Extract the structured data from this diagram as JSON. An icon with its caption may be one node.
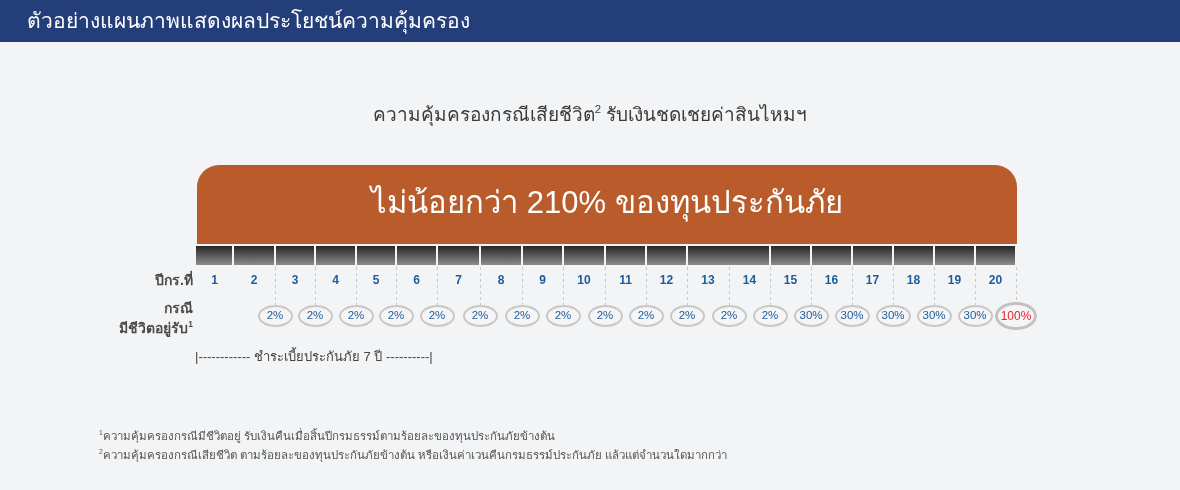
{
  "diagram": {
    "title": "ตัวอย่างแผนภาพแสดงผลประโยชน์ความคุ้มครอง",
    "nodes": [
      {
        "text": [
          "ไม่น้อยกว่า 210% ของทุนประกันภัย"
        ]
      },
      {
        "text": [
          "2%"
        ]
      },
      {
        "text": [
          "2%"
        ]
      },
      {
        "text": [
          "2%"
        ]
      },
      {
        "text": [
          "2%"
        ]
      },
      {
        "text": [
          "2%"
        ]
      },
      {
        "text": [
          "2%"
        ]
      },
      {
        "text": [
          "2%"
        ]
      },
      {
        "text": [
          "2%"
        ]
      },
      {
        "text": [
          "2%"
        ]
      },
      {
        "text": [
          "2%"
        ]
      },
      {
        "text": [
          "2%"
        ]
      },
      {
        "text": [
          "2%"
        ]
      },
      {
        "text": [
          "2%"
        ]
      },
      {
        "text": [
          "30%"
        ]
      },
      {
        "text": [
          "30%"
        ]
      },
      {
        "text": [
          "30%"
        ]
      },
      {
        "text": [
          "30%"
        ]
      },
      {
        "text": [
          "30%"
        ]
      },
      {
        "text": [
          "100%"
        ]
      }
    ],
    "labels": [
      "ความคุ้มครองกรณีเสียชีวิต$^{2}$ รับเงินชดเชยค่าสินไหมฯ",
      "ปีกร.ที่",
      "1",
      "2",
      "3",
      "4",
      "5",
      "6",
      "7",
      "8",
      "9",
      "10",
      "11",
      "12",
      "13",
      "14",
      "15",
      "16",
      "17",
      "18",
      "19",
      "20",
      "กรณี มีชีวิตอยู่รับ$^{1}$",
      "|------------ ชำระเบี้ยประกันภัย 7 ปี ----------|",
      "$^{1}$ความคุ้มครองกรณีมีชีวิตอยู่ รับเงินคืนเมื่อสิ้นปีกรมธรรม์ตามร้อยละของทุนประกันภัยข้างต้น",
      "$^{2}$ความคุ้มครองกรณีเสียชีวิต ตามร้อยละของทุนประกันภัยข้างต้น หรือเงินค่าเวนคืนกรมธรรม์ประกันภัย แล้วแต่จำนวนใดมากกว่า"
    ]
  }
}
